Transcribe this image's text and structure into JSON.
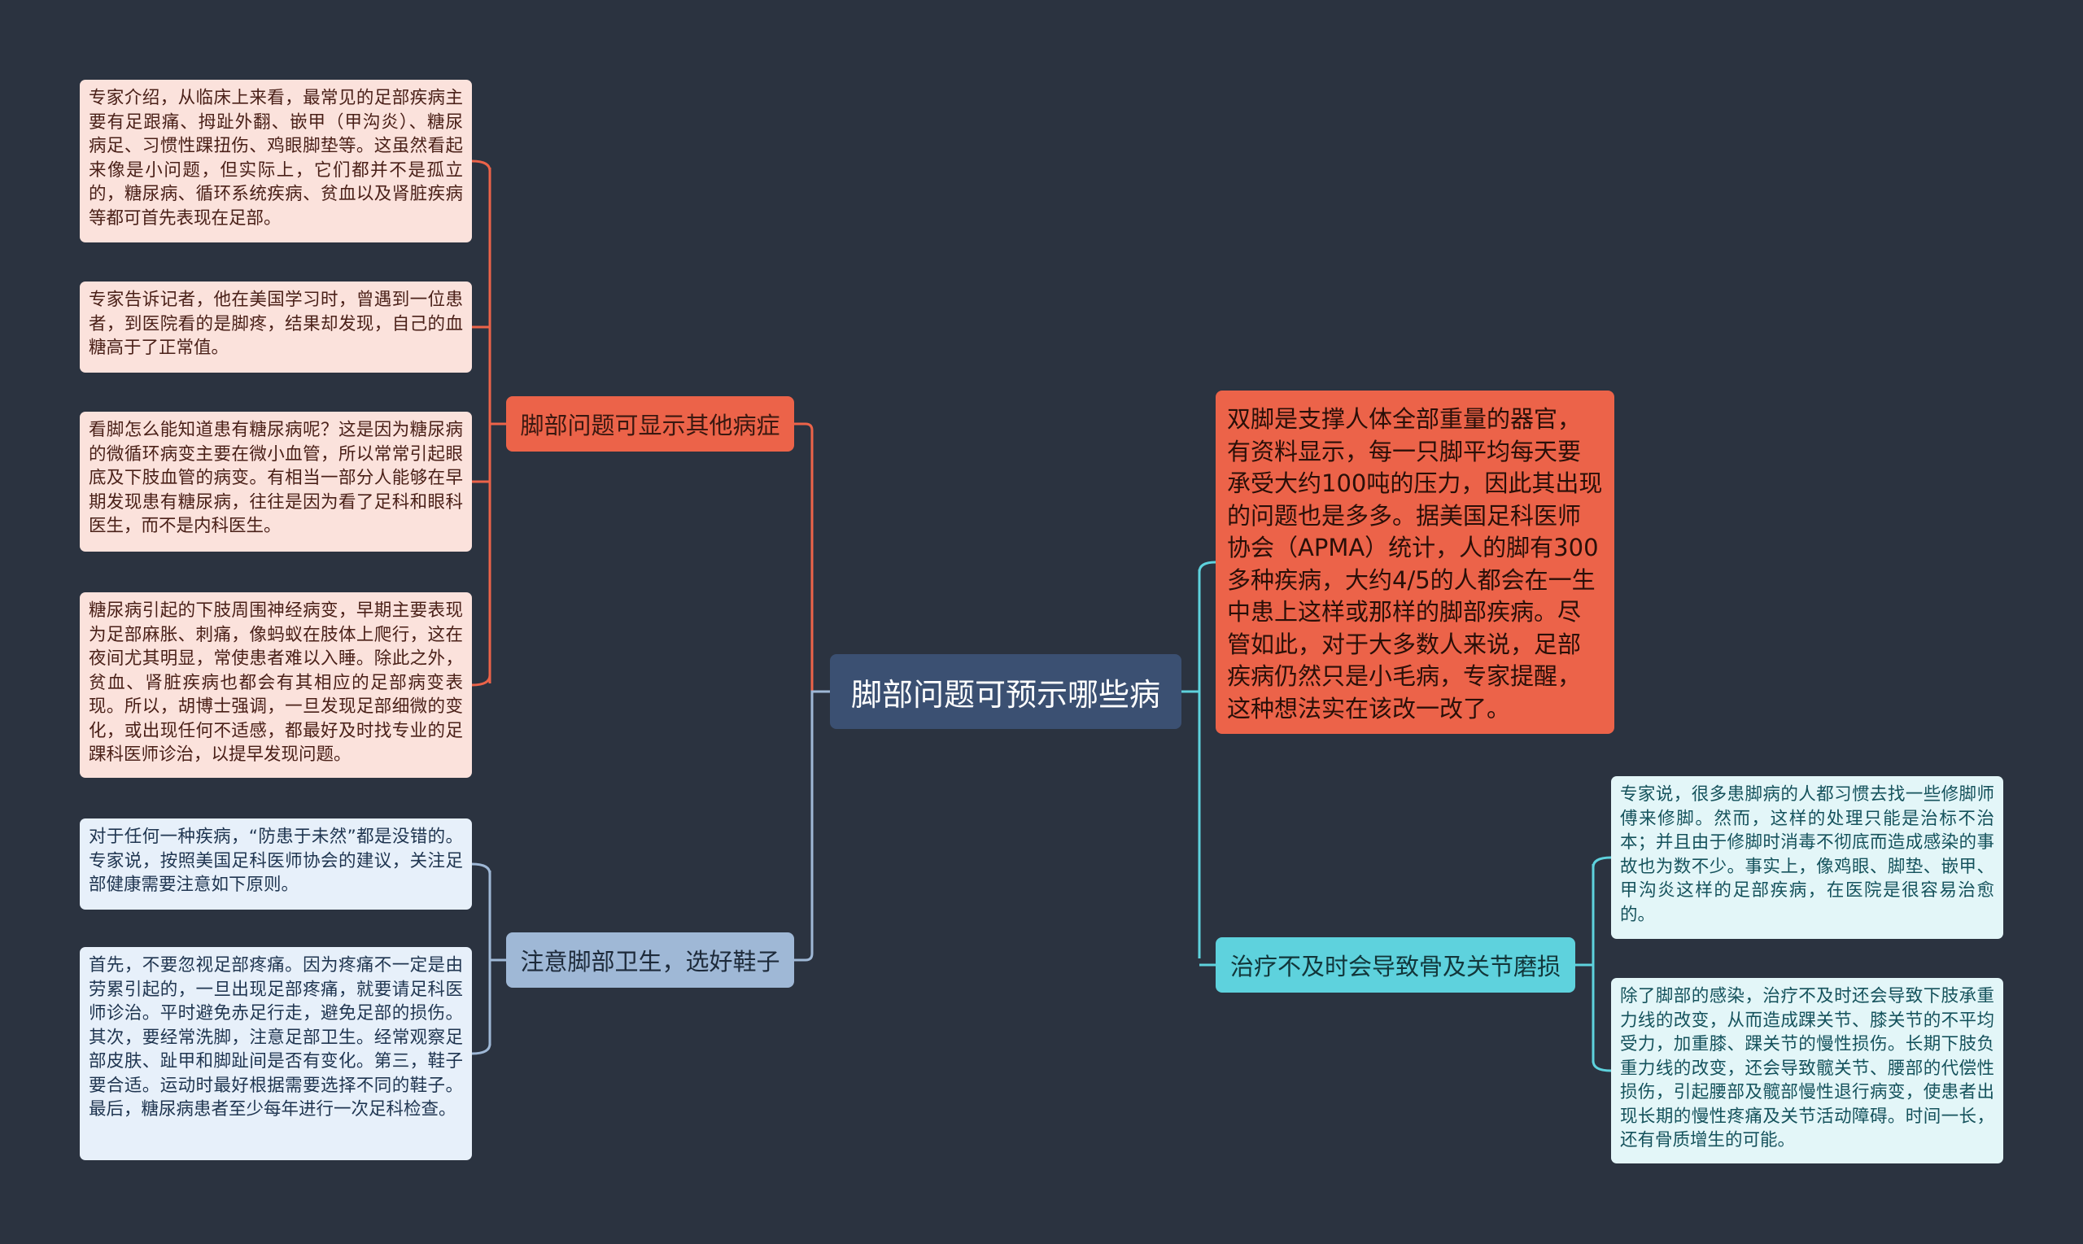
{
  "colors": {
    "background": "#2b3340",
    "root": "#3b5072",
    "branch_red": "#ec6349",
    "branch_blue": "#9fb8d6",
    "branch_cyan": "#5ed2dd",
    "leaf_pink": "#fbe2dc",
    "leaf_blue": "#e7f0fa",
    "leaf_cyan": "#e3f6f8"
  },
  "root": {
    "title": "脚部问题可预示哪些病"
  },
  "left_branches": [
    {
      "label": "脚部问题可显示其他病症",
      "leaves": [
        "专家介绍，从临床上来看，最常见的足部疾病主要有足跟痛、拇趾外翻、嵌甲（甲沟炎）、糖尿病足、习惯性踝扭伤、鸡眼脚垫等。这虽然看起来像是小问题，但实际上，它们都并不是孤立的，糖尿病、循环系统疾病、贫血以及肾脏疾病等都可首先表现在足部。",
        "专家告诉记者，他在美国学习时，曾遇到一位患者，到医院看的是脚疼，结果却发现，自己的血糖高于了正常值。",
        "看脚怎么能知道患有糖尿病呢？这是因为糖尿病的微循环病变主要在微小血管，所以常常引起眼底及下肢血管的病变。有相当一部分人能够在早期发现患有糖尿病，往往是因为看了足科和眼科医生，而不是内科医生。",
        "糖尿病引起的下肢周围神经病变，早期主要表现为足部麻胀、刺痛，像蚂蚁在肢体上爬行，这在夜间尤其明显，常使患者难以入睡。除此之外，贫血、肾脏疾病也都会有其相应的足部病变表现。所以，胡博士强调，一旦发现足部细微的变化，或出现任何不适感，都最好及时找专业的足踝科医师诊治，以提早发现问题。"
      ]
    },
    {
      "label": "注意脚部卫生，选好鞋子",
      "leaves": [
        "对于任何一种疾病，“防患于未然”都是没错的。专家说，按照美国足科医师协会的建议，关注足部健康需要注意如下原则。",
        "首先，不要忽视足部疼痛。因为疼痛不一定是由劳累引起的，一旦出现足部疼痛，就要请足科医师诊治。平时避免赤足行走，避免足部的损伤。其次，要经常洗脚，注意足部卫生。经常观察足部皮肤、趾甲和脚趾间是否有变化。第三，鞋子要合适。运动时最好根据需要选择不同的鞋子。最后，糖尿病患者至少每年进行一次足科检查。"
      ]
    }
  ],
  "right_branches": [
    {
      "text": "双脚是支撑人体全部重量的器官，有资料显示，每一只脚平均每天要承受大约100吨的压力，因此其出现的问题也是多多。据美国足科医师协会（APMA）统计，人的脚有300多种疾病，大约4/5的人都会在一生中患上这样或那样的脚部疾病。尽管如此，对于大多数人来说，足部疾病仍然只是小毛病，专家提醒，这种想法实在该改一改了。"
    },
    {
      "label": "治疗不及时会导致骨及关节磨损",
      "leaves": [
        "专家说，很多患脚病的人都习惯去找一些修脚师傅来修脚。然而，这样的处理只能是治标不治本；并且由于修脚时消毒不彻底而造成感染的事故也为数不少。事实上，像鸡眼、脚垫、嵌甲、甲沟炎这样的足部疾病，在医院是很容易治愈的。",
        "除了脚部的感染，治疗不及时还会导致下肢承重力线的改变，从而造成踝关节、膝关节的不平均受力，加重膝、踝关节的慢性损伤。长期下肢负重力线的改变，还会导致髋关节、腰部的代偿性损伤，引起腰部及髋部慢性退行病变，使患者出现长期的慢性疼痛及关节活动障碍。时间一长，还有骨质增生的可能。"
      ]
    }
  ]
}
